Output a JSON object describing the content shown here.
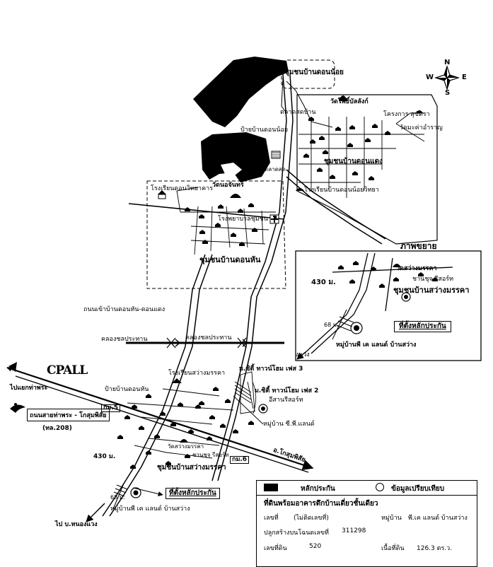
{
  "compass": {
    "n": "N",
    "s": "S",
    "e": "E",
    "w": "W"
  },
  "logo": {
    "text": "CPALL",
    "icon": "cpall-logo"
  },
  "labels": {
    "community_don_noi": "ชุมชนบ้านดอนน้อย",
    "wat_phrom_bamrung": "วัดโพธิ์บัลลังก์",
    "talad_don_noi": "ตลาดสดบ้าน",
    "project_sukhsa": "โครงการ สุขัตรา",
    "wat_chompu": "วัดมะค่าอำราญ",
    "ban_don_noi_stop": "ป้ายบ้านดอนน้อย",
    "talad_sot": "ตลาดสด",
    "community_don_daeng": "ชุมชนบ้านดอนแดง",
    "school_don_noi": "โรงเรียนบ้านดอนน้อยวิทยา",
    "school_don_wittaya": "โรงเรียนดอนวิทยาคาร",
    "wat_don_chan": "วัดนอจันทร์",
    "hospital": "โรงพยาบาลชุมชน",
    "community_don_hun": "ชุมชนบ้านดอนหัน",
    "road_don_hun": "ถนนเข้าบ้านดอนหัน-ดอนแดง",
    "canal_left": "คลองชลประทาน",
    "canal_right": "คลองชลประทาน",
    "to_tha_phra": "ไปแยกท่าพระ",
    "road_main": "ถนนสายท่าพระ - โกสุมพิสัย",
    "road_no": "(ทล.208)",
    "km5": "กม.5",
    "km6": "กม.6",
    "km430": "430 ม.",
    "school_sawang": "โรงเรียนสว่างมรรคา",
    "ban_don_hun_stop": "ป้ายบ้านดอนหัน",
    "m_city_3": "ม.ซิตี้ ทาวน์โฮม เฟส 3",
    "m_city_2": "ม.ซิตี้ ทาวน์โฮม เฟส 2",
    "isan_resort": "อีสานรีสอร์ท",
    "village_cp": "หมู่บ้าน ซี.พี.แลนด์",
    "wat_sawang": "วัดสว่างมรรคา",
    "chan_resort": "ชานชุจ รีสอร์ท",
    "community_sawang": "ชุมชนบ้านสว่างมรรคา",
    "to_kosum": "อ.โกสุมพิสัย",
    "collateral_site": "ที่ตั้งหลักประกัน",
    "village_pk": "หมู่บ้านพี เค แลนด์ บ้านสว่าง",
    "to_nong_waeng": "ไป บ.หนองแวง",
    "m68": "68 ม."
  },
  "inset": {
    "title": "ภาพขยาย",
    "km": "430 ม.",
    "wat": "วัดสว่างมรรคา",
    "resort": "ชานชุจ รีสอร์ท",
    "community": "ชุมชนบ้านสว่างมรรคา",
    "site": "ที่ตั้งหลักประกัน",
    "m68": "68 ม.",
    "village": "หมู่บ้านพี เค แลนด์ บ้านสว่าง",
    "to": "งแวง"
  },
  "legend": {
    "collateral": "หลักประกัน",
    "comparison": "ข้อมูลเปรียบเทียบ",
    "title": "ที่ดินพร้อมอาคารตึกบ้านเดี่ยวชั้นเดียว",
    "no_label": "เลขที่",
    "no_value": "(ไม่ติดเลขที่)",
    "village_label": "หมู่บ้าน",
    "village_value": "พี.เค แลนด์ บ้านสว่าง",
    "deed_label": "ปลูกสร้างบนโฉนดเลขที่",
    "deed_value": "311298",
    "land_no_label": "เลขที่ดิน",
    "land_no_value": "520",
    "area_label": "เนื้อที่ดิน",
    "area_value": "126.3 ตร.ว."
  },
  "colors": {
    "ink": "#000000",
    "paper": "#ffffff",
    "gray": "#777777"
  }
}
